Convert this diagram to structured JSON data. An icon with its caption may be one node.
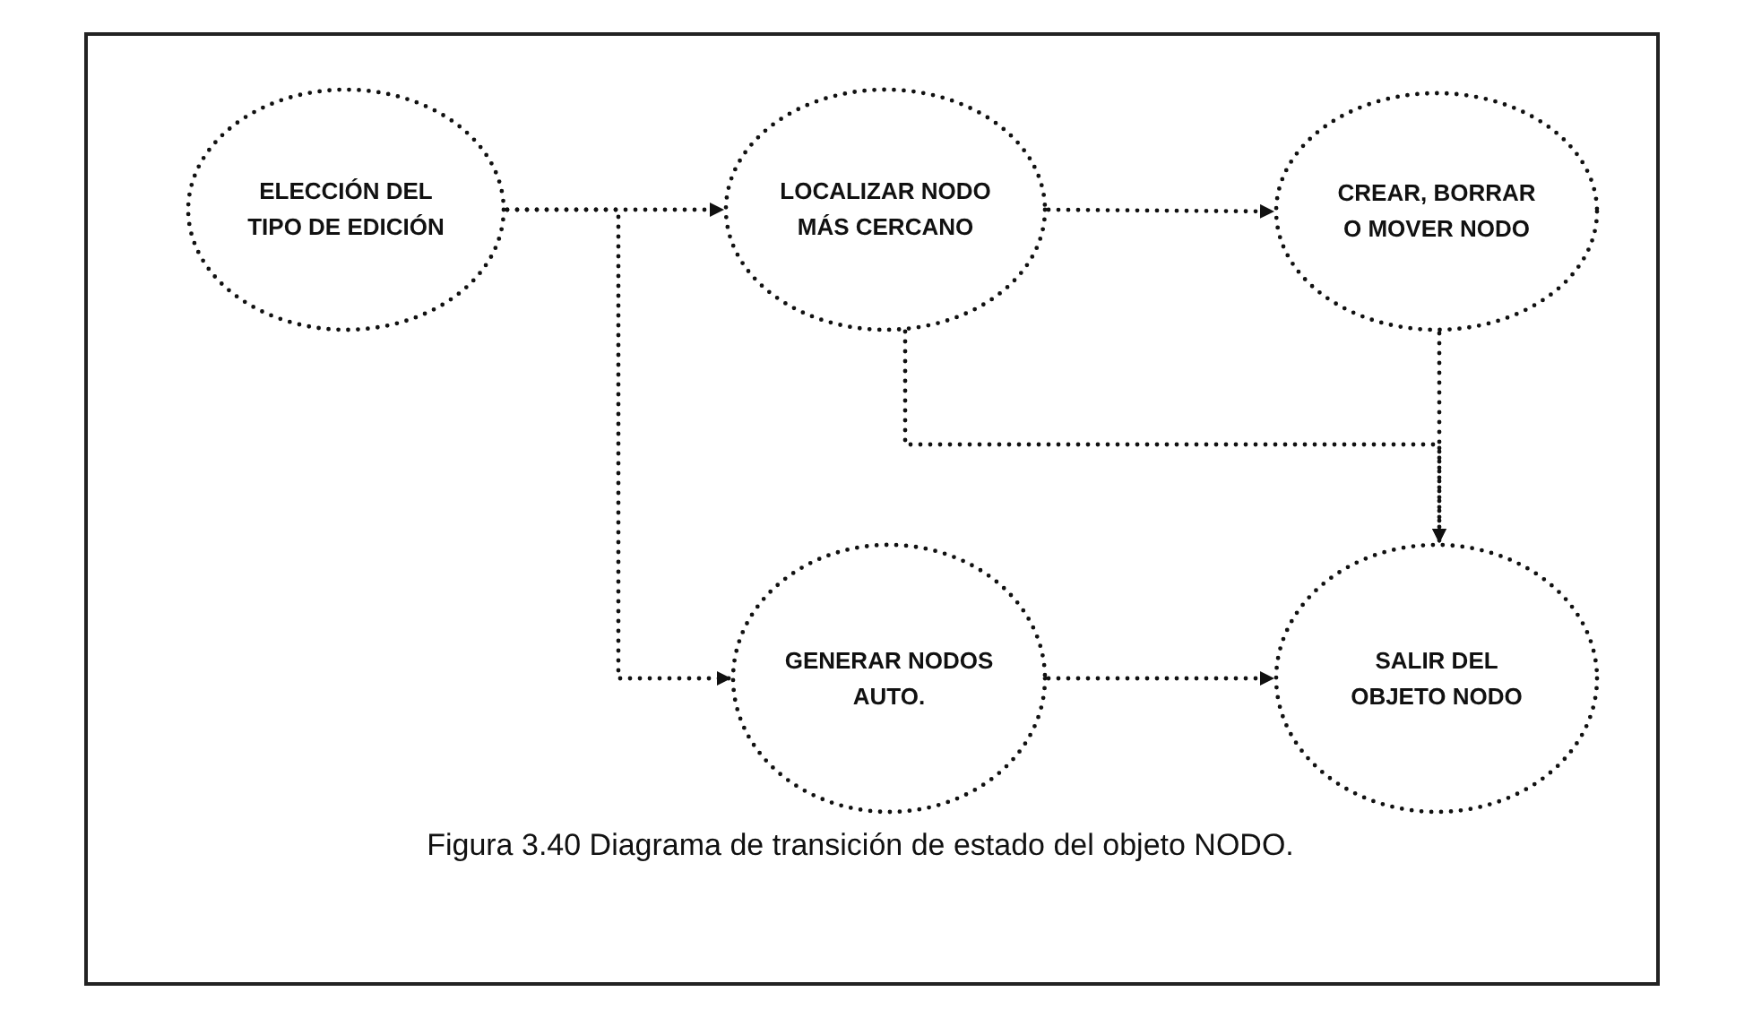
{
  "diagram": {
    "caption": "Figura 3.40 Diagrama de transición de estado del objeto NODO.",
    "nodes": [
      {
        "text": [
          "ELECCIÓN DEL TIPO DE EDICIÓN"
        ]
      },
      {
        "text": [
          "LOCALIZAR NODO MÁS CERCANO"
        ]
      },
      {
        "text": [
          "CREAR, BORRAR O MOVER NODO"
        ]
      },
      {
        "text": [
          "GENERAR NODOS AUTO."
        ]
      },
      {
        "text": [
          "SALIR DEL OBJETO NODO"
        ]
      }
    ],
    "edges": [
      {
        "from": 0,
        "to": 1,
        "arrow": "to"
      },
      {
        "from": 0,
        "to": 3,
        "arrow": "to"
      },
      {
        "from": 1,
        "to": 2,
        "arrow": "to"
      },
      {
        "from": 1,
        "to": 4,
        "arrow": "to"
      },
      {
        "from": 2,
        "to": 4,
        "arrow": "to"
      },
      {
        "from": 3,
        "to": 4,
        "arrow": "to"
      }
    ]
  }
}
